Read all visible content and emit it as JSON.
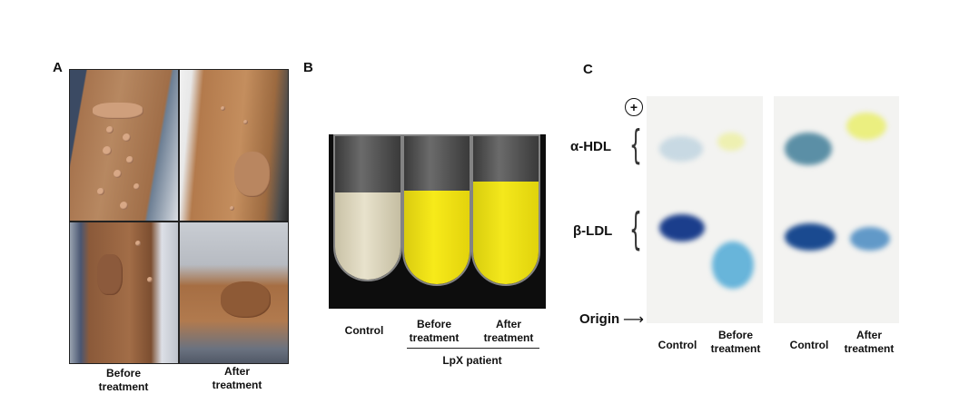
{
  "panel_a": {
    "letter": "A",
    "caption_before": "Before\ntreatment",
    "caption_after": "After\ntreatment"
  },
  "panel_b": {
    "letter": "B",
    "tube_labels": [
      "Control",
      "Before\ntreatment",
      "After\ntreatment"
    ],
    "group_label": "LpX patient",
    "colors": {
      "control": "#e2dcc4",
      "lpx": "#f2e414"
    }
  },
  "panel_c": {
    "letter": "C",
    "plus_symbol": "+",
    "alpha_label": "α-HDL",
    "beta_label": "β-LDL",
    "origin_label": "Origin",
    "arrow": "⟶",
    "lane_labels_left": [
      "Control",
      "Before\ntreatment"
    ],
    "lane_labels_right": [
      "Control",
      "After\ntreatment"
    ],
    "colors": {
      "blue_dark": "#1b3e8c",
      "blue_light": "#4fa9d6",
      "yellow": "#e8ee64"
    }
  }
}
